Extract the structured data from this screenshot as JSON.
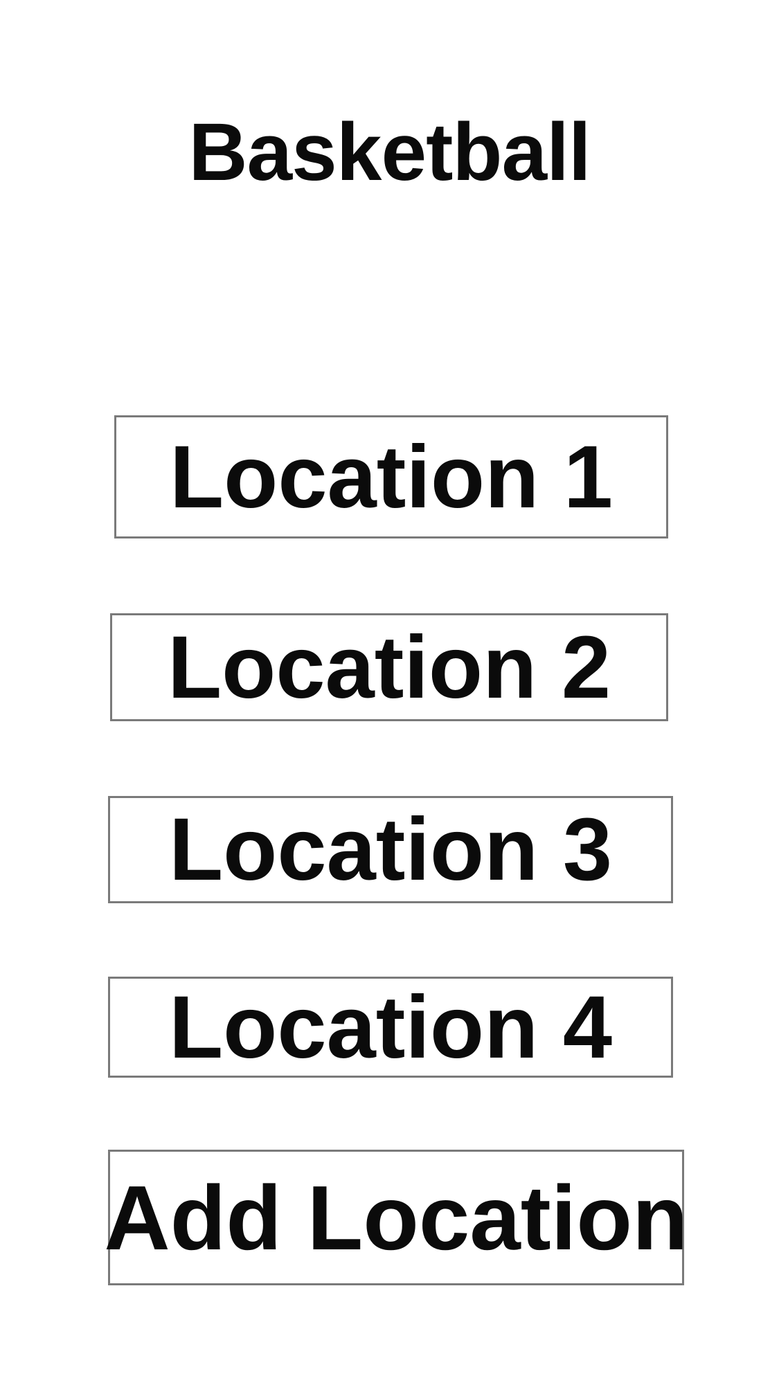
{
  "header": {
    "title": "Basketball"
  },
  "locations": [
    {
      "label": "Location 1"
    },
    {
      "label": "Location 2"
    },
    {
      "label": "Location 3"
    },
    {
      "label": "Location 4"
    }
  ],
  "actions": {
    "add_location_label": "Add Location"
  },
  "colors": {
    "background": "#ffffff",
    "text": "#0b0b0b",
    "button_border": "#7a7a7a"
  }
}
